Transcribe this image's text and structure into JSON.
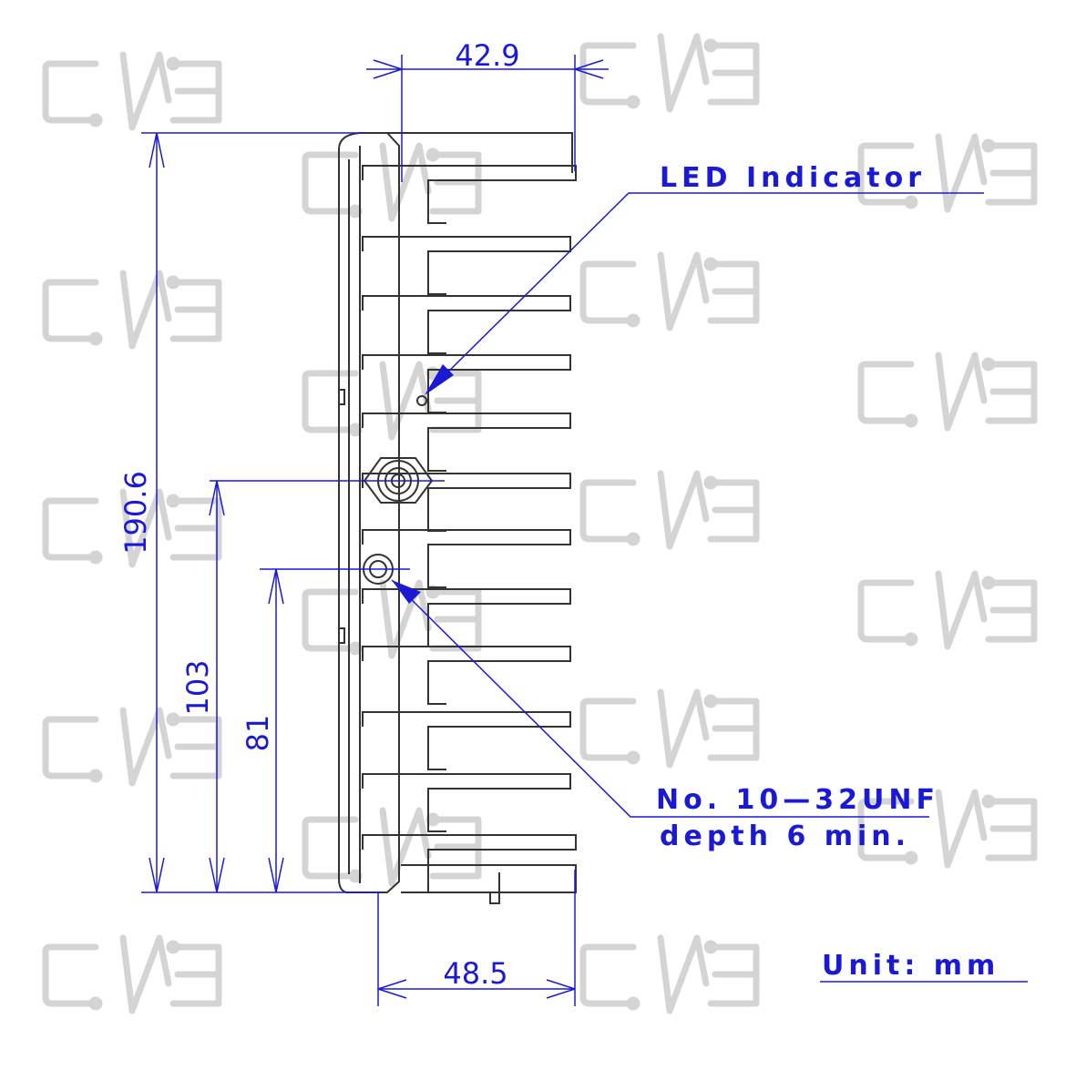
{
  "dimensions": {
    "top_width": "42.9",
    "bottom_width": "48.5",
    "overall_height": "190.6",
    "mid_height": "103",
    "hole_height": "81"
  },
  "callouts": {
    "led": "LED  Indicator",
    "thread_line1": "No. 10—32UNF",
    "thread_line2": "depth 6 min."
  },
  "unit_label": "Unit: mm",
  "colors": {
    "dimension": "#1a1ad6",
    "outline": "#333333",
    "watermark": "#cfcfcf"
  }
}
